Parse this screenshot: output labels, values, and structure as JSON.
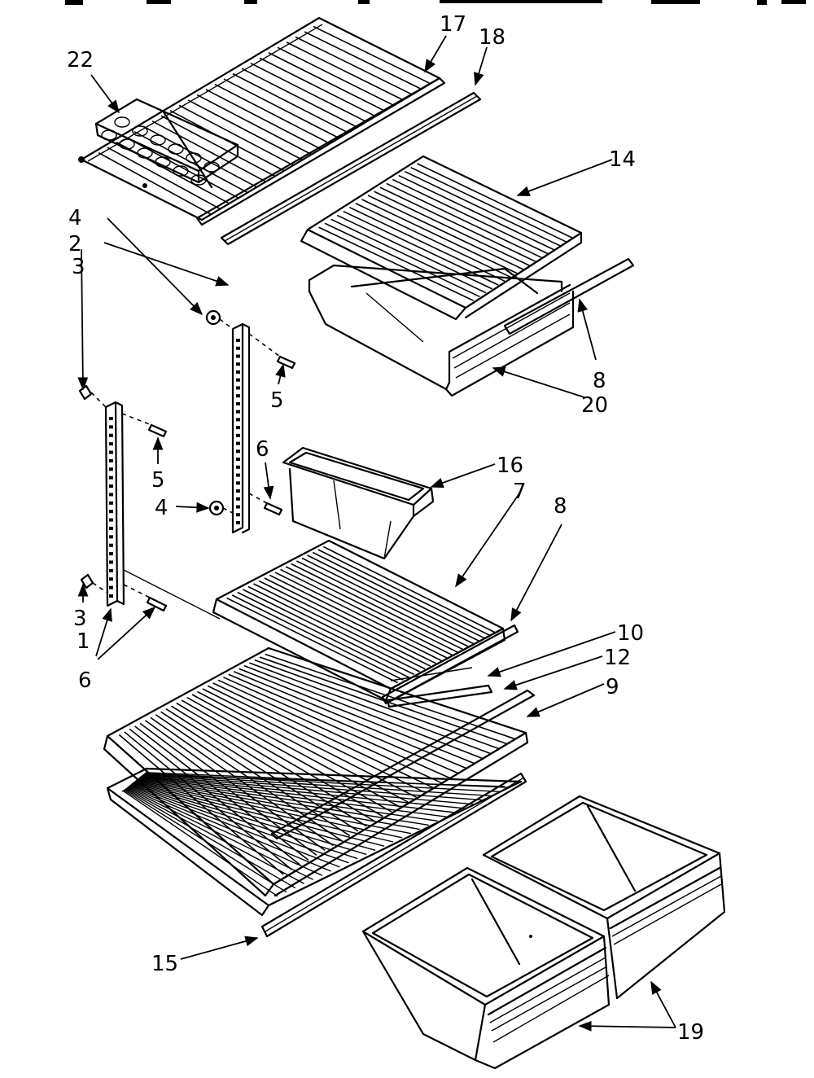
{
  "callouts": {
    "c1": "1",
    "c2": "2",
    "c3a": "3",
    "c3b": "3",
    "c4a": "4",
    "c4b": "4",
    "c5a": "5",
    "c5b": "5",
    "c6a": "6",
    "c6b": "6",
    "c7": "7",
    "c8a": "8",
    "c8b": "8",
    "c9": "9",
    "c10": "10",
    "c12": "12",
    "c14": "14",
    "c15": "15",
    "c16": "16",
    "c17": "17",
    "c18": "18",
    "c19": "19",
    "c20": "20",
    "c22": "22"
  }
}
